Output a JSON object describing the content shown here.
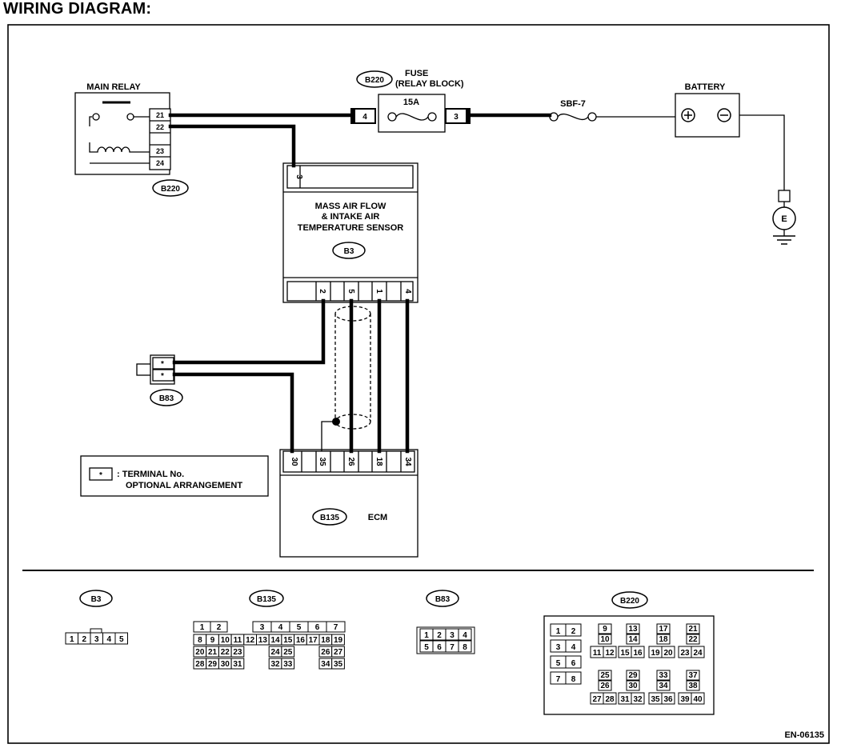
{
  "heading": "WIRING DIAGRAM:",
  "labels": {
    "main_relay": "MAIN RELAY",
    "fuse_line1": "FUSE",
    "fuse_line2": "(RELAY BLOCK)",
    "fuse_rating": "15A",
    "sbf": "SBF-7",
    "battery": "BATTERY",
    "maf_line1": "MASS AIR FLOW",
    "maf_line2": "& INTAKE AIR",
    "maf_line3": "TEMPERATURE SENSOR",
    "ecm": "ECM",
    "legend_symbol": "*",
    "legend_line1": ": TERMINAL No.",
    "legend_line2": "OPTIONAL ARRANGEMENT",
    "ground": "E",
    "figure_code": "EN-06135"
  },
  "connectors": {
    "b220": "B220",
    "b3": "B3",
    "b83": "B83",
    "b135": "B135"
  },
  "terminals": {
    "relay": [
      "21",
      "22",
      "23",
      "24"
    ],
    "fuse_in": "4",
    "fuse_out": "3",
    "maf_top": "3",
    "maf_bottom": [
      "2",
      "5",
      "1",
      "4"
    ],
    "b83": [
      "*",
      "*"
    ],
    "ecm": [
      "30",
      "35",
      "26",
      "18",
      "34"
    ]
  },
  "connector_faces": {
    "b3": [
      "1",
      "2",
      "3",
      "4",
      "5"
    ],
    "b135_row1": [
      "1",
      "2",
      "3",
      "4",
      "5",
      "6",
      "7"
    ],
    "b135_row2": [
      "8",
      "9",
      "10",
      "11",
      "12",
      "13",
      "14",
      "15",
      "16",
      "17",
      "18",
      "19"
    ],
    "b135_row3": [
      "20",
      "21",
      "22",
      "23",
      "24",
      "25",
      "26",
      "27"
    ],
    "b135_row4": [
      "28",
      "29",
      "30",
      "31",
      "32",
      "33",
      "34",
      "35"
    ],
    "b83": [
      "1",
      "2",
      "3",
      "4",
      "5",
      "6",
      "7",
      "8"
    ],
    "b220_left": [
      "1",
      "2",
      "3",
      "4",
      "5",
      "6",
      "7",
      "8"
    ],
    "b220_blocks": [
      [
        "9",
        "10",
        "11",
        "12"
      ],
      [
        "13",
        "14",
        "15",
        "16"
      ],
      [
        "17",
        "18",
        "19",
        "20"
      ],
      [
        "21",
        "22",
        "23",
        "24"
      ],
      [
        "25",
        "26",
        "27",
        "28"
      ],
      [
        "29",
        "30",
        "31",
        "32"
      ],
      [
        "33",
        "34",
        "35",
        "36"
      ],
      [
        "37",
        "38",
        "39",
        "40"
      ]
    ]
  }
}
